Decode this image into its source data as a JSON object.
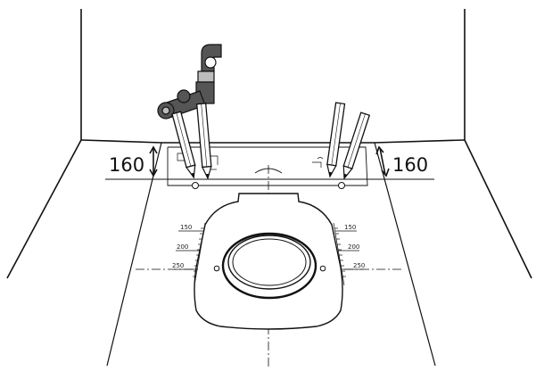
{
  "dimensions": {
    "left_offset": "160",
    "right_offset": "160"
  },
  "scale_marks": {
    "left": [
      "150",
      "200",
      "250"
    ],
    "right": [
      "150",
      "200",
      "250"
    ]
  },
  "colors": {
    "line": "#111111",
    "fitting_dark": "#555555",
    "fitting_light": "#bdbdbd",
    "pencil_fill": "#ffffff"
  },
  "icons": {
    "pencil": "pencil-icon",
    "water_valve": "water-supply-valve-icon",
    "dimension_arrow": "double-arrow-icon"
  }
}
